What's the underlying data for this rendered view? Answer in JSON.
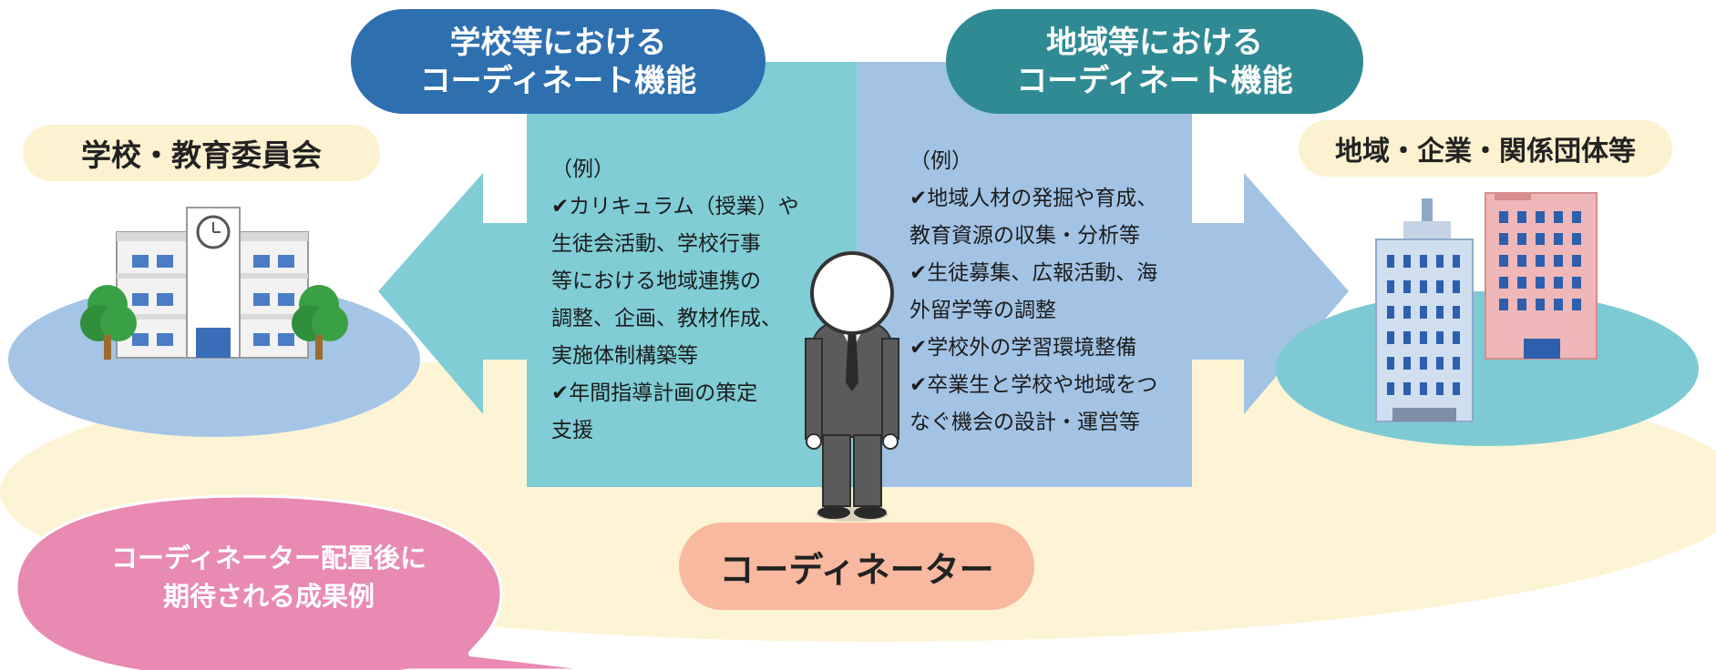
{
  "colors": {
    "school_blue": "#2e6fb0",
    "community_teal": "#2f8a94",
    "left_panel": "#80cdd6",
    "right_panel": "#a2c3e4",
    "ground_yellow": "#fdf4d6",
    "label_yellow": "#fdf2cf",
    "coordinator_label": "#f8b9a0",
    "result_bubble": "#e88ab2"
  },
  "school_function": {
    "title_line1": "学校等における",
    "title_line2": "コーディネート機能",
    "body": "（例）\n✔カリキュラム（授業）や\n生徒会活動、学校行事\n等における地域連携の\n調整、企画、教材作成、\n実施体制構築等\n✔年間指導計画の策定\n支援"
  },
  "community_function": {
    "title_line1": "地域等における",
    "title_line2": "コーディネート機能",
    "body": "（例）\n✔地域人材の発掘や育成、\n教育資源の収集・分析等\n✔生徒募集、広報活動、海\n外留学等の調整\n✔学校外の学習環境整備\n✔卒業生と学校や地域をつ\nなぐ機会の設計・運営等"
  },
  "left_entity": {
    "label": "学校・教育委員会",
    "icon": "school-building-icon"
  },
  "right_entity": {
    "label": "地域・企業・関係団体等",
    "icon": "office-buildings-icon"
  },
  "coordinator": {
    "label": "コーディネーター",
    "icon": "businessperson-icon"
  },
  "results_bubble": {
    "line1": "コーディネーター配置後に",
    "line2": "期待される成果例"
  }
}
